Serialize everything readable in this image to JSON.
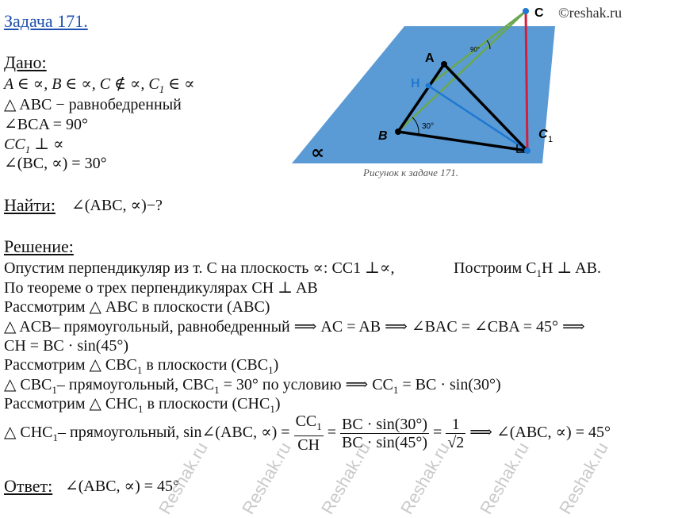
{
  "header": {
    "title": "Задача 171.",
    "copyright": "©reshak.ru"
  },
  "figure": {
    "caption": "Рисунок к задаче 171.",
    "labels": {
      "C": "C",
      "A": "A",
      "H": "H",
      "B": "B",
      "C1": "C",
      "C1_sub": "1",
      "alpha": "∝",
      "angle_30": "30°",
      "angle_90": "90°"
    },
    "colors": {
      "plane": "#5b9bd5",
      "triangle": "#000000",
      "altitude_red": "#d21f3c",
      "ch_green": "#6aa84f",
      "c1h_blue": "#1f78d1"
    }
  },
  "given": {
    "heading": "Дано:",
    "line1": "A ∈ ∝, B ∈ ∝, C ∉ ∝, C",
    "line1_sub": "1",
    "line1_tail": " ∈ ∝",
    "line2": "△ ABC − равнобедренный",
    "line3": "∠BCA = 90°",
    "line4": "CC",
    "line4_sub": "1",
    "line4_tail": " ⊥ ∝",
    "line5": "∠(BC, ∝) = 30°"
  },
  "find": {
    "heading": "Найти:",
    "text": "∠(ABC, ∝)−?"
  },
  "solution": {
    "heading": "Решение:",
    "l1a": "Опустим перпендикуляр из т. C на плоскость  ∝: CC1 ⊥∝,",
    "l1b": "Построим C",
    "l1b_sub": "1",
    "l1b_tail": "H ⊥  AB.",
    "l2": "По теореме о трех перпендикулярах CH ⊥  AB",
    "l3": "Рассмотрим △ ABC в плоскости (ABC)",
    "l4": "△ ACB– прямоугольный, равнобедренный ⟹ AC = AB ⟹ ∠BAC = ∠CBA = 45° ⟹",
    "l5": "CH = BC · sin(45°)",
    "l6": "Рассмотрим △ CBC",
    "l6_sub": "1",
    "l6_tail": " в плоскости (CBC",
    "l6_sub2": "1",
    "l6_tail2": ")",
    "l7": "△ CBC",
    "l7_sub": "1",
    "l7_tail": "– прямоугольный, CBC",
    "l7_sub2": "1",
    "l7_tail2": " = 30° по условию ⟹  CC",
    "l7_sub3": "1",
    "l7_tail3": " = BC · sin(30°)",
    "l8": "Рассмотрим △ CHC",
    "l8_sub": "1",
    "l8_tail": " в плоскости (CHC",
    "l8_sub2": "1",
    "l8_tail2": ")",
    "l9_lead": "△ CHC",
    "l9_sub": "1",
    "l9_mid": "– прямоугольный, sin∠(ABC, ∝) =",
    "frac1_num": "CC",
    "frac1_num_sub": "1",
    "frac1_den": "CH",
    "eq": "=",
    "frac2_num": "BC · sin(30°)",
    "frac2_den": "BC · sin(45°)",
    "frac3_num": "1",
    "frac3_den": "√2",
    "l9_tail": "⟹ ∠(ABC, ∝) = 45°"
  },
  "answer": {
    "heading": "Ответ:",
    "text": "∠(ABC, ∝) = 45°"
  },
  "watermarks": [
    "Reshak.ru",
    "Reshak.ru",
    "Reshak.ru",
    "Reshak.ru",
    "Reshak.ru",
    "Reshak.ru"
  ]
}
